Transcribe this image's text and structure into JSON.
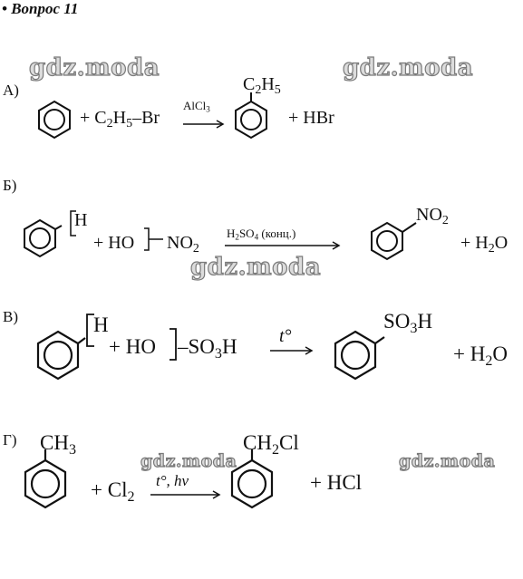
{
  "header": {
    "text": "• Вопрос 11"
  },
  "watermark": {
    "text": "gdz.moda"
  },
  "reactions": {
    "a": {
      "label": "А)",
      "plus1": "+",
      "r_ethyl": "C",
      "r_sub2": "2",
      "r_h": "H",
      "r_sub5": "5",
      "r_br": "–Br",
      "cat_main": "AlCl",
      "cat_sub": "3",
      "p_sub": "C",
      "p_sub2": "2",
      "p_h": "H",
      "p_sub5": "5",
      "plus2": "+",
      "byproduct": "HBr"
    },
    "b": {
      "label": "Б)",
      "h_atom": "H",
      "plus1": "+",
      "ho": "HO",
      "no2": "NO",
      "no2_sub": "2",
      "cond_a": "H",
      "cond_a2": "2",
      "cond_b": "SO",
      "cond_b4": "4",
      "cond_c": " (конц.)",
      "p_no2": "NO",
      "p_no2_sub": "2",
      "plus2": "+",
      "water": "H",
      "water_sub": "2",
      "water_o": "O"
    },
    "c": {
      "label": "В)",
      "h_atom": "H",
      "plus1": "+",
      "ho": "HO",
      "so3h_a": "–SO",
      "so3h_sub": "3",
      "so3h_b": "H",
      "cond": "t°",
      "p_so3h_a": "SO",
      "p_so3h_sub": "3",
      "p_so3h_b": "H",
      "plus2": "+",
      "water": "H",
      "water_sub": "2",
      "water_o": "O"
    },
    "d": {
      "label": "Г)",
      "ch3_a": "CH",
      "ch3_sub": "3",
      "plus1": "+",
      "cl2_a": "Cl",
      "cl2_sub": "2",
      "cond": "t°, hν",
      "p_a": "CH",
      "p_sub": "2",
      "p_b": "Cl",
      "plus2": "+",
      "byproduct": "HCl"
    }
  }
}
